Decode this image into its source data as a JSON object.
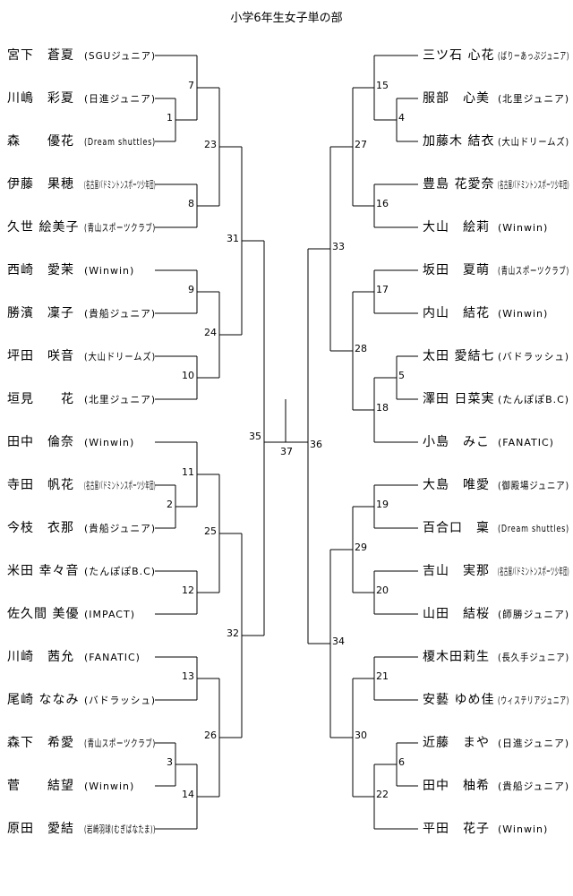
{
  "title": "小学6年生女子単の部",
  "left": {
    "players": [
      {
        "name": "宮下　蒼夏",
        "team": "(SGUジュニア)"
      },
      {
        "name": "川嶋　彩夏",
        "team": "(日進ジュニア)"
      },
      {
        "name": "森　　優花",
        "team": "(Dream shuttles)"
      },
      {
        "name": "伊藤　果穂",
        "team": "(名古屋バドミントンスポーツ少年団)"
      },
      {
        "name": "久世 絵美子",
        "team": "(青山スポーツクラブ)"
      },
      {
        "name": "西崎　愛茉",
        "team": "(Winwin)"
      },
      {
        "name": "勝濱　凜子",
        "team": "(貴船ジュニア)"
      },
      {
        "name": "坪田　咲音",
        "team": "(大山ドリームズ)"
      },
      {
        "name": "垣見　　花",
        "team": "(北里ジュニア)"
      },
      {
        "name": "田中　倫奈",
        "team": "(Winwin)"
      },
      {
        "name": "寺田　帆花",
        "team": "(名古屋バドミントンスポーツ少年団)"
      },
      {
        "name": "今枝　衣那",
        "team": "(貴船ジュニア)"
      },
      {
        "name": "米田 幸々音",
        "team": "(たんぽぽB.C)"
      },
      {
        "name": "佐久間 美優",
        "team": "(IMPACT)"
      },
      {
        "name": "川崎　茜允",
        "team": "(FANATIC)"
      },
      {
        "name": "尾崎 ななみ",
        "team": "(バドラッシュ)"
      },
      {
        "name": "森下　希愛",
        "team": "(青山スポーツクラブ)"
      },
      {
        "name": "菅　　結望",
        "team": "(Winwin)"
      },
      {
        "name": "原田　愛結",
        "team": "(岩崎羽球(むぎばなたま))"
      }
    ]
  },
  "right": {
    "players": [
      {
        "name": "三ツ石 心花",
        "team": "(ばりーあっぷジュニア)"
      },
      {
        "name": "服部　心美",
        "team": "(北里ジュニア)"
      },
      {
        "name": "加藤木 結衣",
        "team": "(大山ドリームズ)"
      },
      {
        "name": "豊島 花愛奈",
        "team": "(名古屋バドミントンスポーツ少年団)"
      },
      {
        "name": "大山　絵莉",
        "team": "(Winwin)"
      },
      {
        "name": "坂田　夏萌",
        "team": "(青山スポーツクラブ)"
      },
      {
        "name": "内山　結花",
        "team": "(Winwin)"
      },
      {
        "name": "太田 愛結七",
        "team": "(バドラッシュ)"
      },
      {
        "name": "澤田 日菜実",
        "team": "(たんぽぽB.C)"
      },
      {
        "name": "小島　みこ",
        "team": "(FANATIC)"
      },
      {
        "name": "大島　唯愛",
        "team": "(御殿場ジュニア)"
      },
      {
        "name": "百合口　稟",
        "team": "(Dream shuttles)"
      },
      {
        "name": "吉山　実那",
        "team": "(名古屋バドミントンスポーツ少年団)"
      },
      {
        "name": "山田　結桜",
        "team": "(師勝ジュニア)"
      },
      {
        "name": "榎木田莉生",
        "team": "(長久手ジュニア)"
      },
      {
        "name": "安藝 ゆめ佳",
        "team": "(ウィステリアジュニア)"
      },
      {
        "name": "近藤　まや",
        "team": "(日進ジュニア)"
      },
      {
        "name": "田中　柚希",
        "team": "(貴船ジュニア)"
      },
      {
        "name": "平田　花子",
        "team": "(Winwin)"
      }
    ]
  },
  "matches": {
    "m1": "1",
    "m2": "2",
    "m3": "3",
    "m4": "4",
    "m5": "5",
    "m6": "6",
    "m7": "7",
    "m8": "8",
    "m9": "9",
    "m10": "10",
    "m11": "11",
    "m12": "12",
    "m13": "13",
    "m14": "14",
    "m15": "15",
    "m16": "16",
    "m17": "17",
    "m18": "18",
    "m19": "19",
    "m20": "20",
    "m21": "21",
    "m22": "22",
    "m23": "23",
    "m24": "24",
    "m25": "25",
    "m26": "26",
    "m27": "27",
    "m28": "28",
    "m29": "29",
    "m30": "30",
    "m31": "31",
    "m32": "32",
    "m33": "33",
    "m34": "34",
    "m35": "35",
    "m36": "36",
    "m37": "37"
  }
}
